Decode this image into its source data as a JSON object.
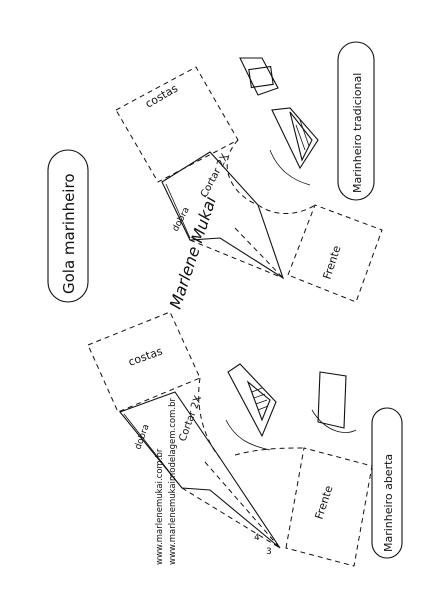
{
  "title": "Gola marinheiro",
  "traditional": {
    "label": "Marinheiro tradicional",
    "back": "costas",
    "front": "Frente",
    "cut": "Cortar 2X",
    "fold": "dobra"
  },
  "open": {
    "label": "Marinheiro aberta",
    "back": "costas",
    "front": "Frente",
    "cut": "Cortar 2X",
    "fold": "dobra",
    "measure_a": "4",
    "measure_b": "3"
  },
  "signature": "Marlene Mukai",
  "urls": {
    "line1": "www.marlenemukai.com.br",
    "line2": "www.marlenemukaimodelagem.com.br"
  }
}
